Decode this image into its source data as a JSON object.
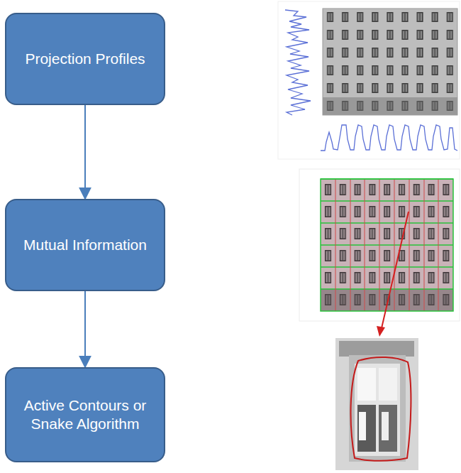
{
  "diagram": {
    "nodes": [
      {
        "text": [
          "Projection Profiles"
        ]
      },
      {
        "text": [
          "Mutual Information"
        ]
      },
      {
        "text": [
          "Active Contours or Snake Algorithm"
        ]
      }
    ],
    "edges": [
      {
        "from": 0,
        "to": 1,
        "arrow": "to"
      },
      {
        "from": 1,
        "to": 2,
        "arrow": "to"
      }
    ]
  }
}
